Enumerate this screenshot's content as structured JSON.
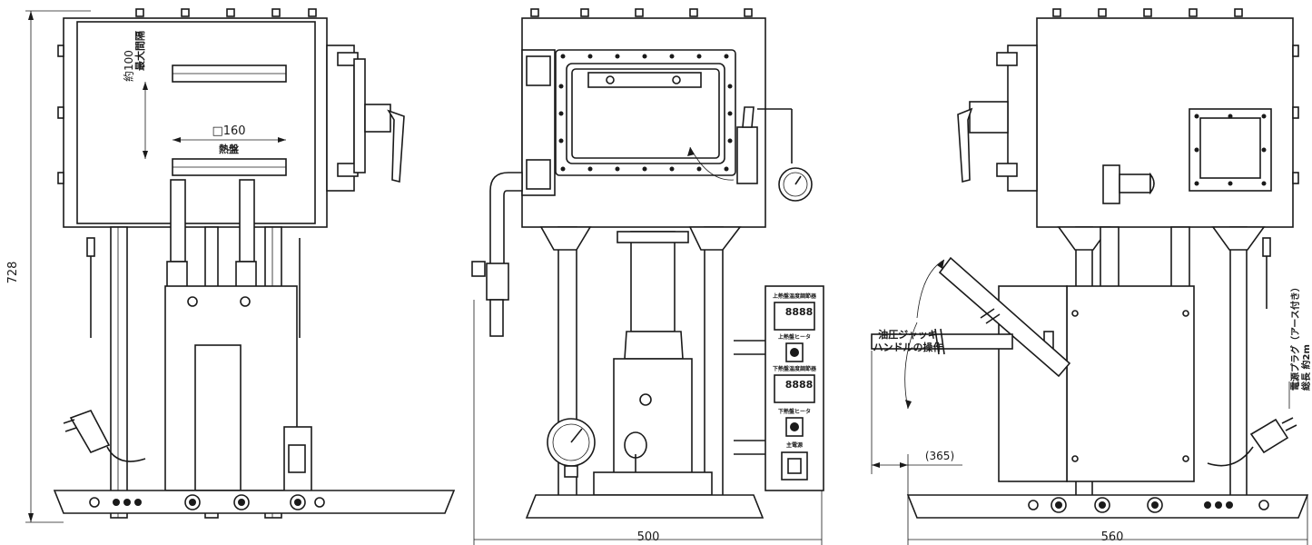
{
  "dimensions": {
    "height_728": "728",
    "gap_100": "約100",
    "gap_label": "最大間隔",
    "square_160": "□160",
    "heat_plate": "熱盤",
    "width_500": "500",
    "width_560": "560",
    "handle_365": "(365)"
  },
  "callouts": {
    "jack_line1": "油圧ジャッキ",
    "jack_line2": "ハンドルの操作",
    "plug_line1": "電源プラグ（アース付き）",
    "plug_line2": "総長 約2m"
  },
  "panel": {
    "upper_title": "上熱盤温度調節器",
    "upper_heater": "上熱盤ヒータ",
    "lower_title": "下熱盤温度調節器",
    "lower_heater": "下熱盤ヒータ",
    "main_power": "主電源",
    "display": "8888"
  },
  "views": [
    "left-side-view",
    "front-view",
    "right-side-view"
  ]
}
